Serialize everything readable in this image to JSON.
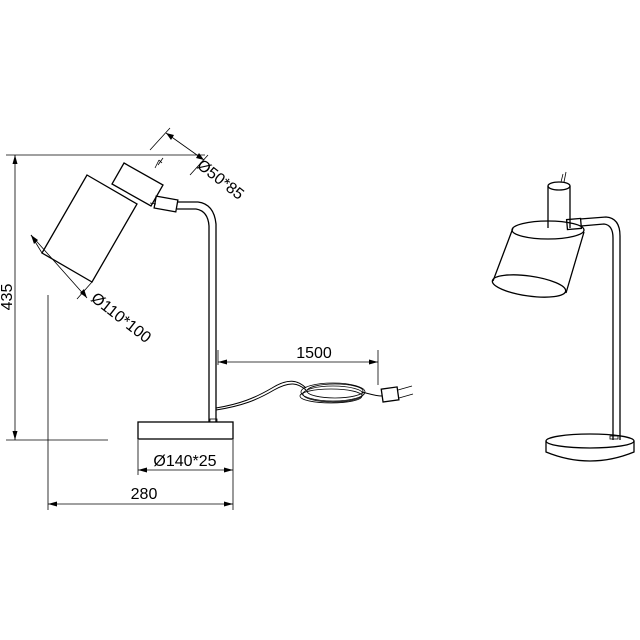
{
  "dimensions": {
    "total_height": "435",
    "small_shade": "Ø50*85",
    "large_shade": "Ø110*100",
    "cable_length": "1500",
    "base": "Ø140*25",
    "total_width": "280"
  }
}
